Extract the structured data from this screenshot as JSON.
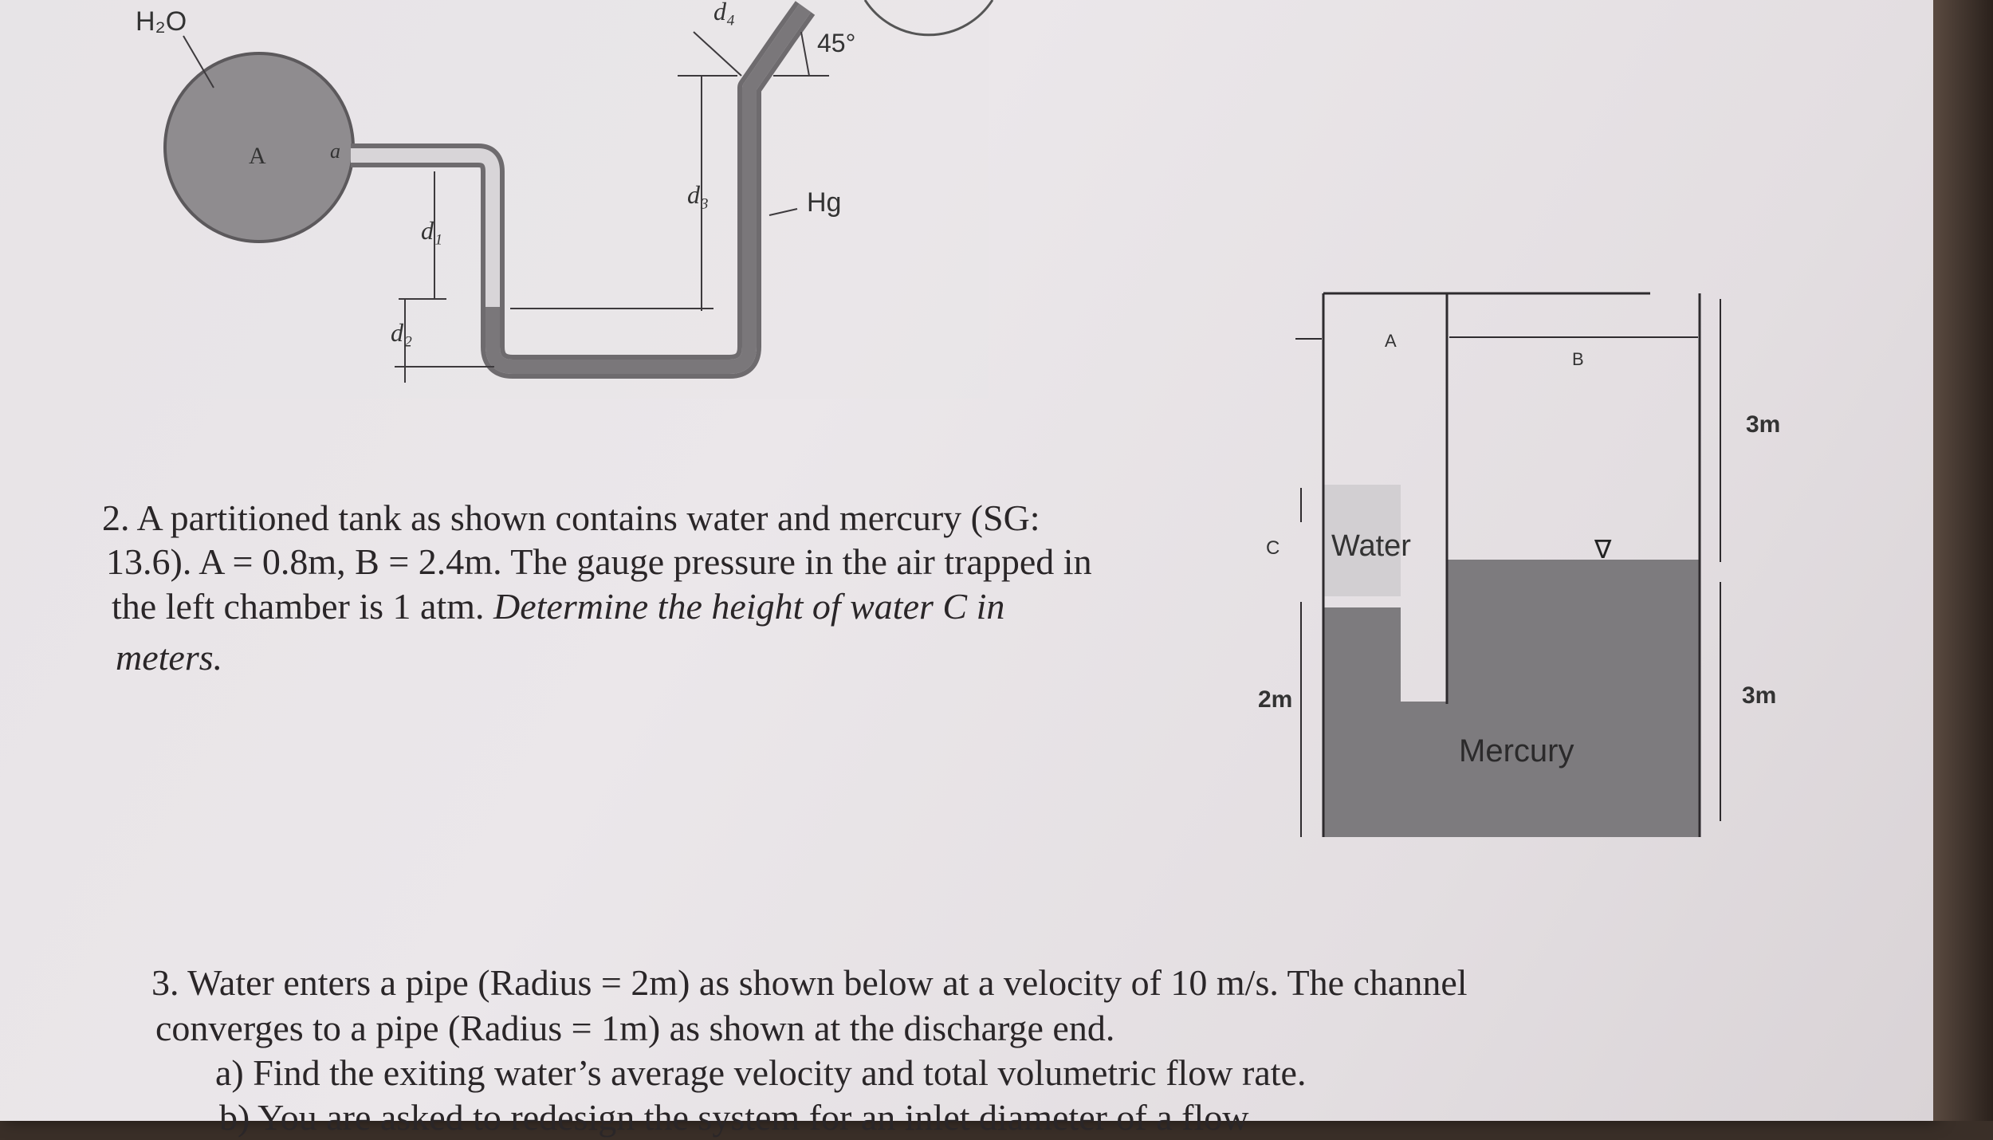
{
  "manometer_figure": {
    "labels": {
      "h2o": "H₂O",
      "a_center": "A",
      "a_small": "a",
      "d1": "d₁",
      "d2": "d₂",
      "d3": "d₃",
      "d4": "d₄",
      "angle": "45°",
      "hg": "Hg"
    }
  },
  "problem2": {
    "line1": "2. A partitioned tank as shown contains water and mercury (SG:",
    "line2": "13.6). A = 0.8m, B = 2.4m. The gauge pressure in the air trapped in",
    "line3_plain": "the left chamber is 1 atm. ",
    "line3_italic": "Determine the height of water C in",
    "line4_italic": "meters."
  },
  "tank_figure": {
    "labels": {
      "a": "A",
      "b": "B",
      "c": "C",
      "water": "Water",
      "mercury": "Mercury",
      "dim_top_right": "3m",
      "dim_bottom_right": "3m",
      "dim_left": "2m",
      "free_surface": "∇"
    },
    "colors": {
      "water": "#d2cfd2",
      "mercury": "#7d7b7e"
    }
  },
  "problem3": {
    "line1": "3. Water enters a pipe (Radius = 2m) as shown below at a velocity of 10 m/s. The channel",
    "line2": "converges to a pipe (Radius = 1m) as shown at the discharge end.",
    "item_a": "a) Find the exiting water’s average velocity and total volumetric flow rate.",
    "item_b": "b) You are asked to redesign the system for an inlet diameter of a flow"
  }
}
